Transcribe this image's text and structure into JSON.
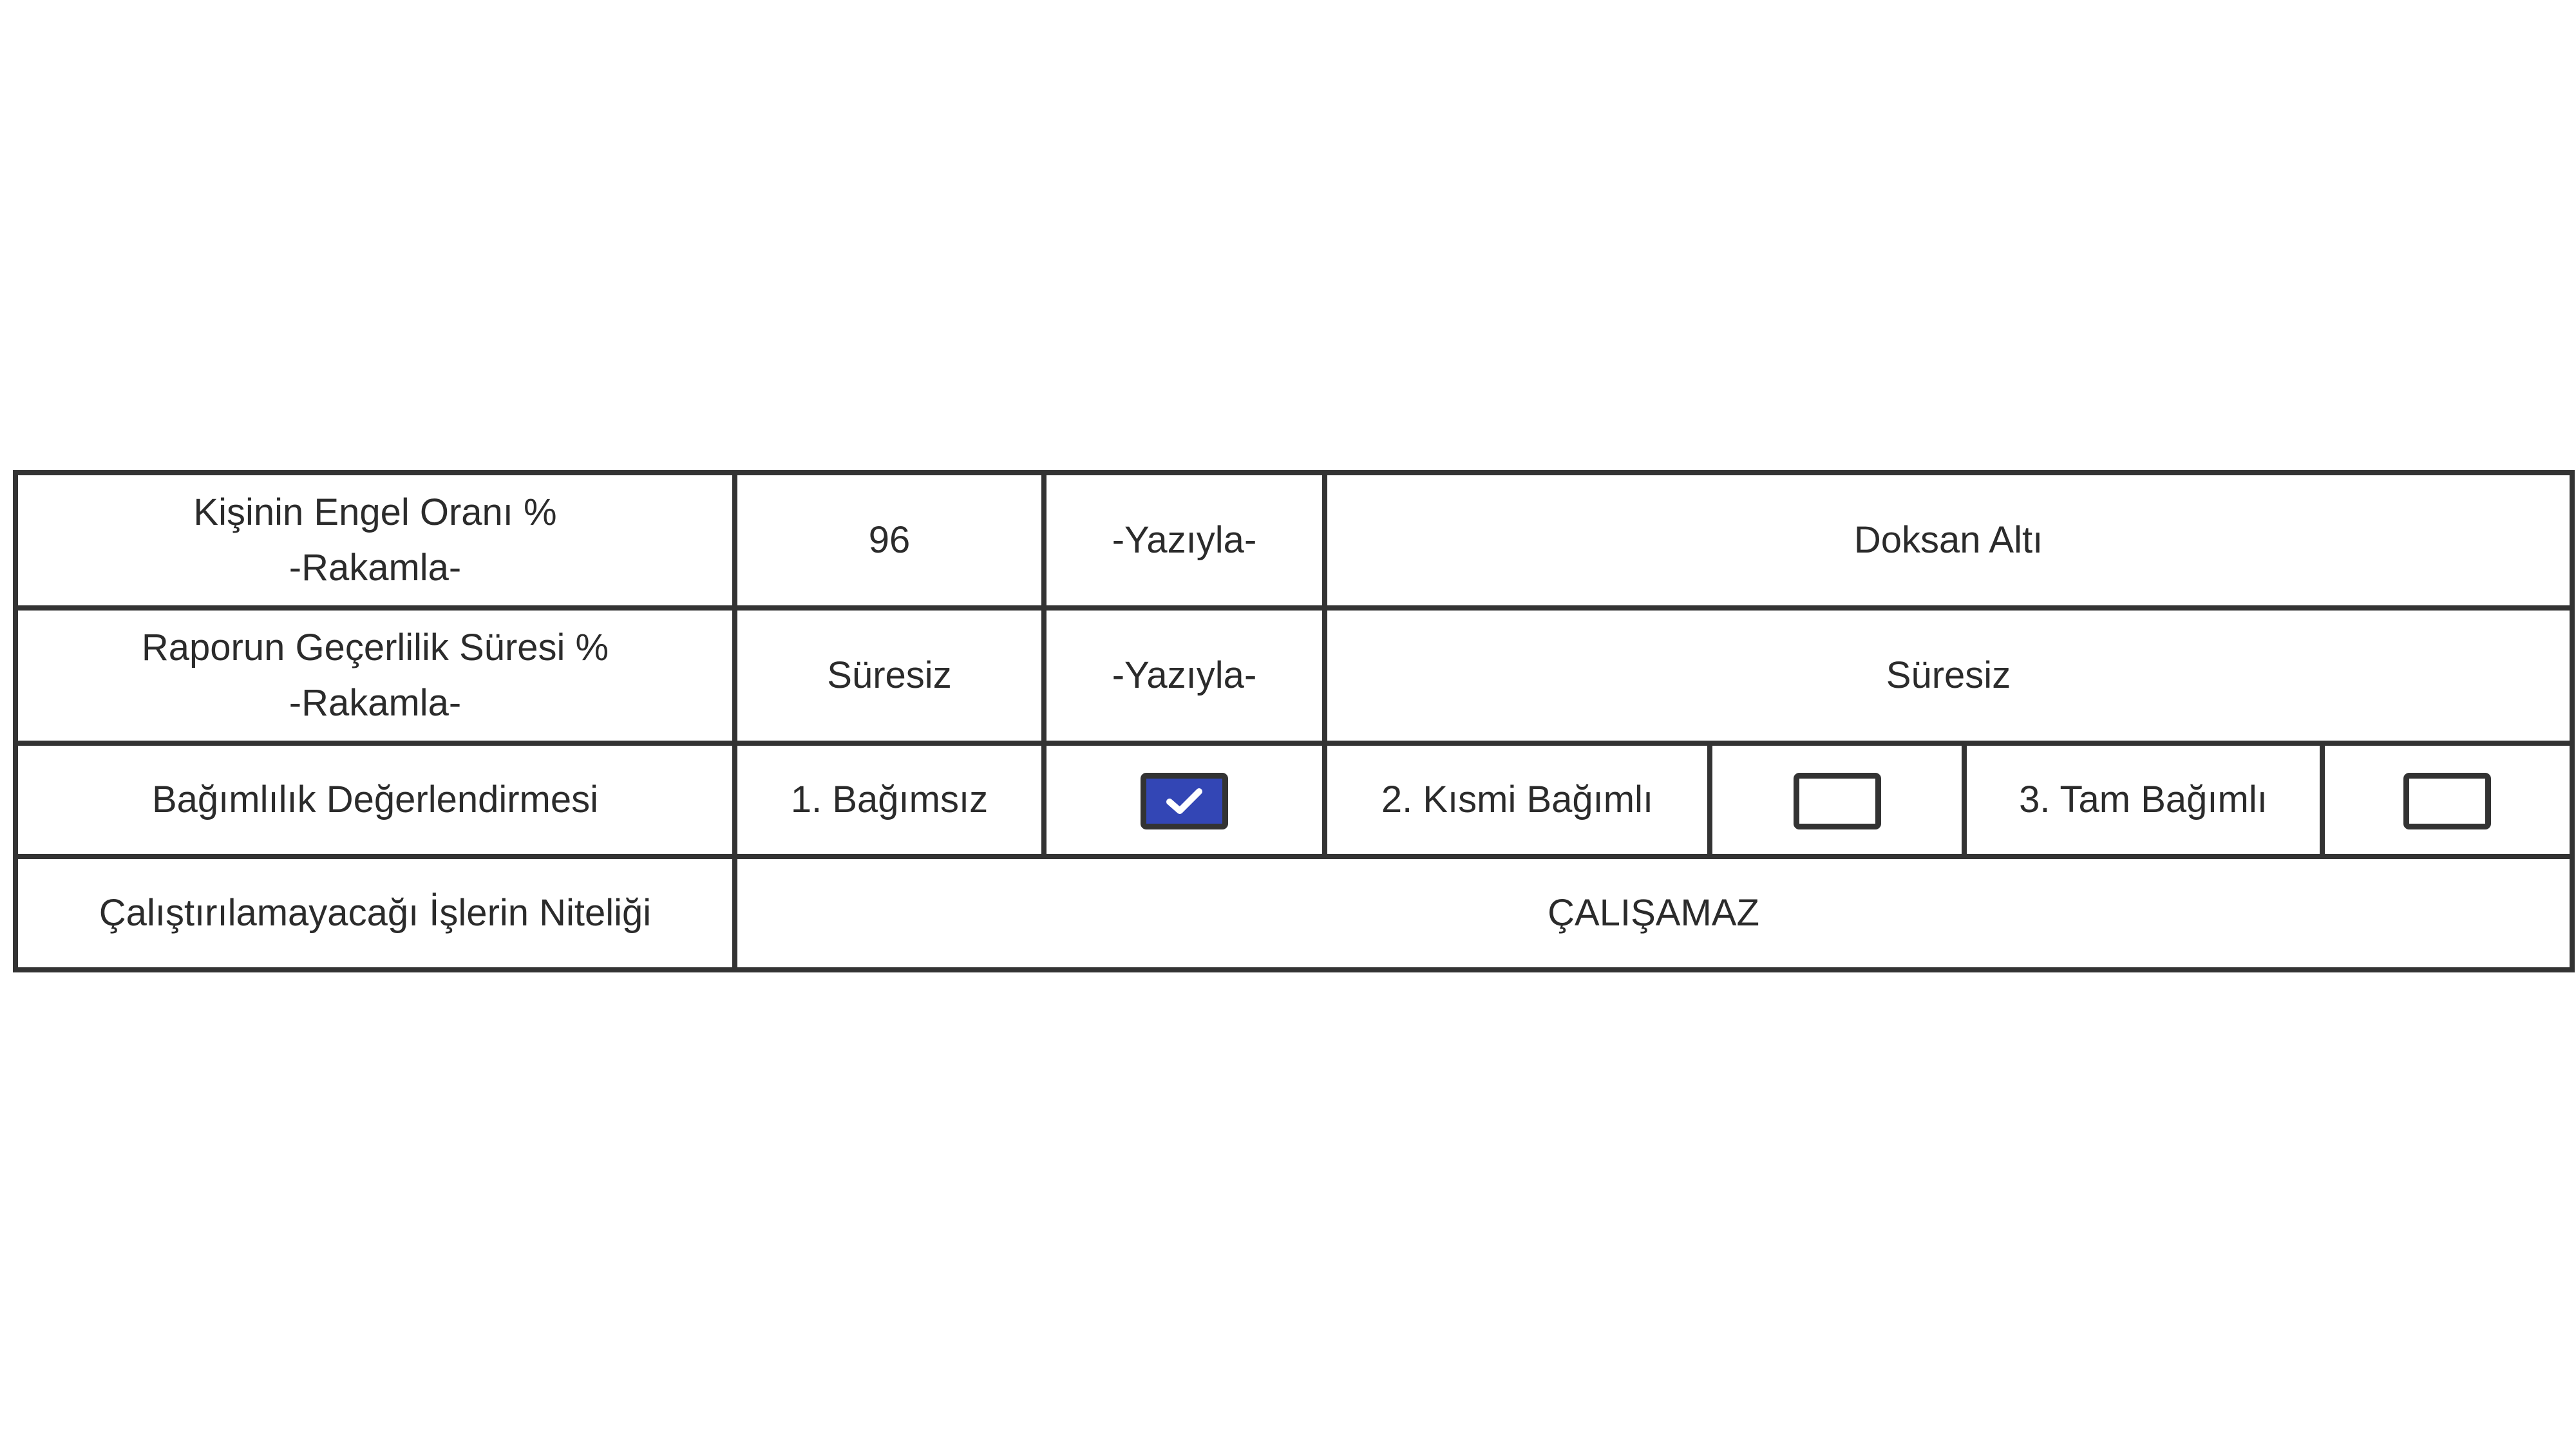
{
  "rows": {
    "engel_orani": {
      "label_line1": "Kişinin Engel Oranı %",
      "label_line2": "-Rakamla-",
      "value": "96",
      "yaziyla_label": "-Yazıyla-",
      "yaziyla_value": "Doksan Altı"
    },
    "gecerlilik": {
      "label_line1": "Raporun Geçerlilik Süresi %",
      "label_line2": "-Rakamla-",
      "value": "Süresiz",
      "yaziyla_label": "-Yazıyla-",
      "yaziyla_value": "Süresiz"
    },
    "bagimlilik": {
      "label": "Bağımlılık Değerlendirmesi",
      "options": [
        {
          "label": "1. Bağımsız",
          "checked": true
        },
        {
          "label": "2. Kısmi Bağımlı",
          "checked": false
        },
        {
          "label": "3. Tam Bağımlı",
          "checked": false
        }
      ]
    },
    "nitelik": {
      "label": "Çalıştırılamayacağı İşlerin Niteliği",
      "value": "ÇALIŞAMAZ"
    }
  },
  "colors": {
    "checked_fill": "#3346b5",
    "border": "#333333",
    "text": "#2b2b2b"
  },
  "icons": {
    "checked": "check-icon"
  }
}
